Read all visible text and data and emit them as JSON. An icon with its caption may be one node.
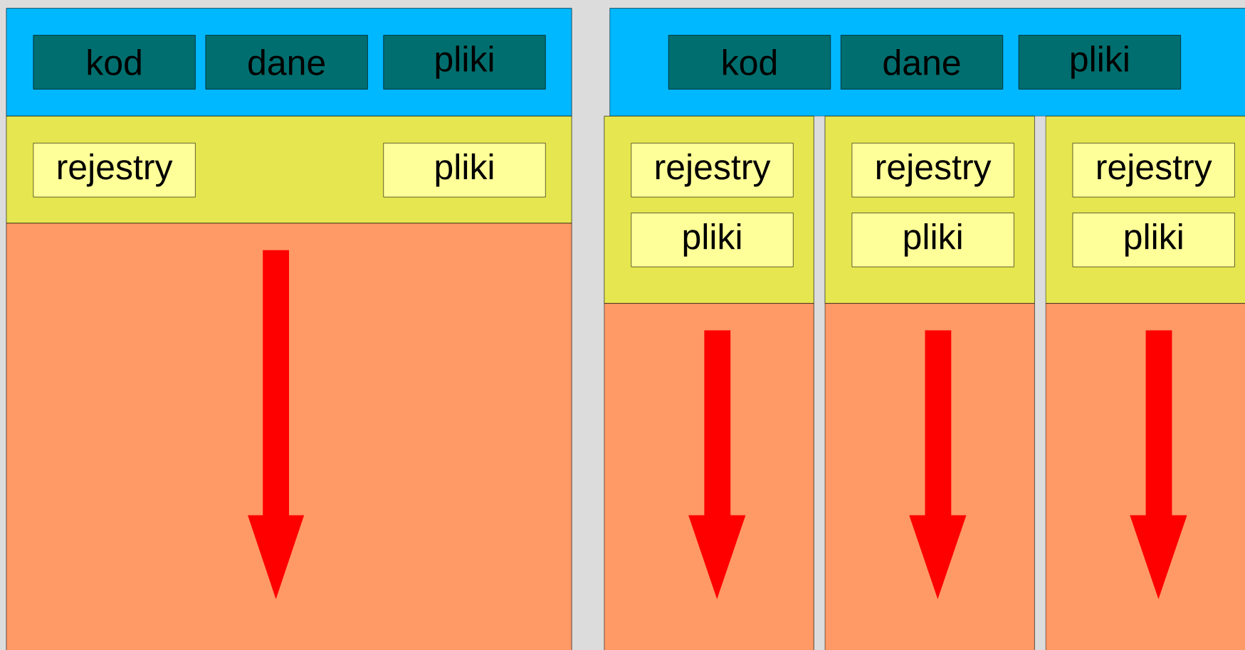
{
  "diagram": {
    "nodes": [
      {
        "text": [],
        "shape": "box"
      },
      {
        "text": [
          "kod"
        ],
        "in": 0
      },
      {
        "text": [
          "dane"
        ],
        "in": 0
      },
      {
        "text": [
          "pliki"
        ],
        "in": 0
      },
      {
        "text": [],
        "shape": "box"
      },
      {
        "text": [
          "rejestry"
        ],
        "in": 4
      },
      {
        "text": [
          "pliki"
        ],
        "in": 4
      },
      {
        "text": [],
        "shape": "box"
      },
      {
        "text": [],
        "shape": "box"
      },
      {
        "text": [
          "kod"
        ],
        "in": 8
      },
      {
        "text": [
          "dane"
        ],
        "in": 8
      },
      {
        "text": [
          "pliki"
        ],
        "in": 8
      },
      {
        "text": [],
        "shape": "box"
      },
      {
        "text": [
          "rejestry"
        ],
        "in": 12
      },
      {
        "text": [
          "pliki"
        ],
        "in": 12
      },
      {
        "text": [],
        "shape": "box"
      },
      {
        "text": [],
        "shape": "box"
      },
      {
        "text": [
          "rejestry"
        ],
        "in": 16
      },
      {
        "text": [
          "pliki"
        ],
        "in": 16
      },
      {
        "text": [],
        "shape": "box"
      },
      {
        "text": [],
        "shape": "box"
      },
      {
        "text": [
          "rejestry"
        ],
        "in": 20
      },
      {
        "text": [
          "pliki"
        ],
        "in": 20
      },
      {
        "text": [],
        "shape": "box"
      }
    ]
  }
}
